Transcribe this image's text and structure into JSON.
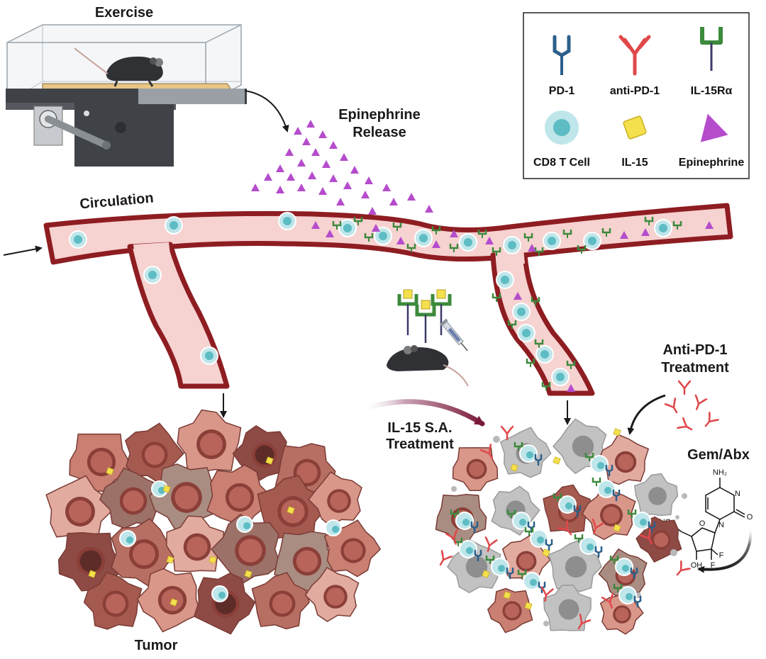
{
  "labels": {
    "exercise": "Exercise",
    "epinephrine_release_line1": "Epinephrine",
    "epinephrine_release_line2": "Release",
    "circulation": "Circulation",
    "tumor": "Tumor",
    "il15_treatment_line1": "IL-15 S.A.",
    "il15_treatment_line2": "Treatment",
    "antipd1_treatment_line1": "Anti-PD-1",
    "antipd1_treatment_line2": "Treatment",
    "gem_abx": "Gem/Abx"
  },
  "legend": {
    "pd1": "PD-1",
    "anti_pd1": "anti-PD-1",
    "il15ra": "IL-15Rα",
    "cd8": "CD8 T Cell",
    "il15": "IL-15",
    "epinephrine": "Epinephrine"
  },
  "molecule": {
    "nh2": "NH₂",
    "ho": "HO",
    "oh": "OH",
    "o_ring": "O",
    "o_carbonyl": "O",
    "n1": "N",
    "n2": "N",
    "f1": "F",
    "f2": "F"
  },
  "colors": {
    "vessel_wall": "#8e1d22",
    "vessel_lumen": "#f6d2d0",
    "cell_fill": "#bfe6ea",
    "cell_nucleus": "#5dbcc4",
    "epinephrine": "#b54ccc",
    "il15": "#f4e04d",
    "il15ra": "#3c8a3c",
    "pd1": "#2c5f8a",
    "anti_pd1": "#e0484a",
    "tumor_cell": "#c98072",
    "dead_cell": "#b9b9b9"
  }
}
